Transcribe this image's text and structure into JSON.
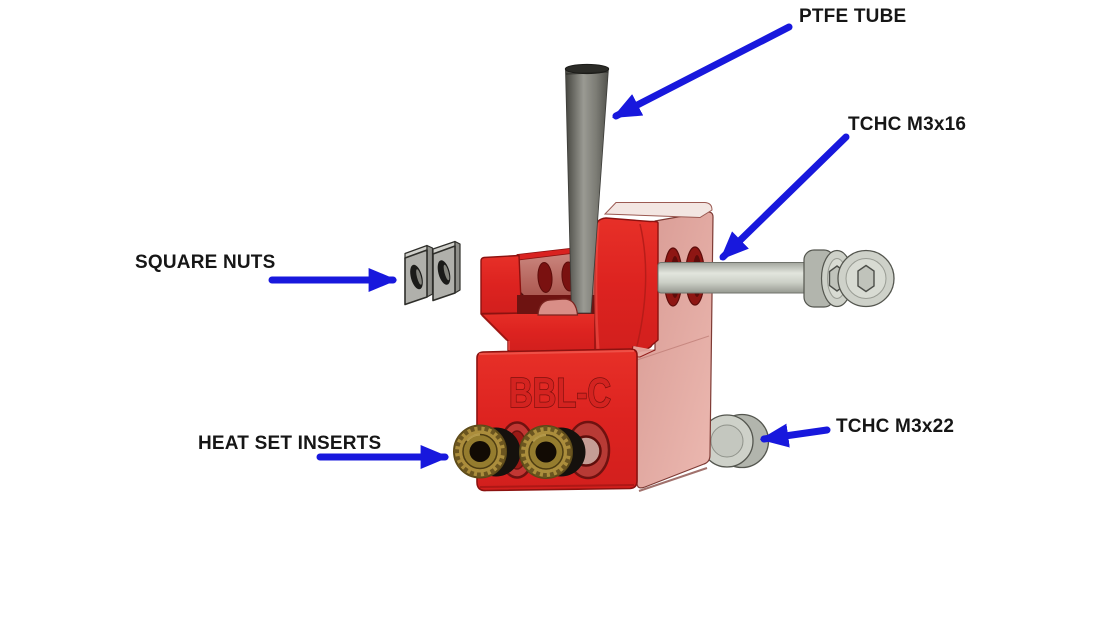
{
  "part_engraving": "BBL-C",
  "labels": [
    {
      "id": "ptfe-tube",
      "text": "PTFE TUBE"
    },
    {
      "id": "tchc-m3x16",
      "text": "TCHC M3x16"
    },
    {
      "id": "square-nuts",
      "text": "SQUARE NUTS"
    },
    {
      "id": "heat-set-inserts",
      "text": "HEAT SET INSERTS"
    },
    {
      "id": "tchc-m3x22",
      "text": "TCHC M3x22"
    }
  ],
  "colors": {
    "background": "#ffffff",
    "annotation_arrow": "#1818dd",
    "label_text": "#161616",
    "body_red": "#e02522",
    "body_side_pink": "#dda49d",
    "recess_dusty_red": "#b96a61",
    "hole_dark_red": "#8c1511",
    "ptfe_tube_gray": "#8a8a83",
    "screw_gray": "#ced1c9",
    "square_nut_gray": "#aeaea9",
    "insert_brass": "#a1862f"
  }
}
